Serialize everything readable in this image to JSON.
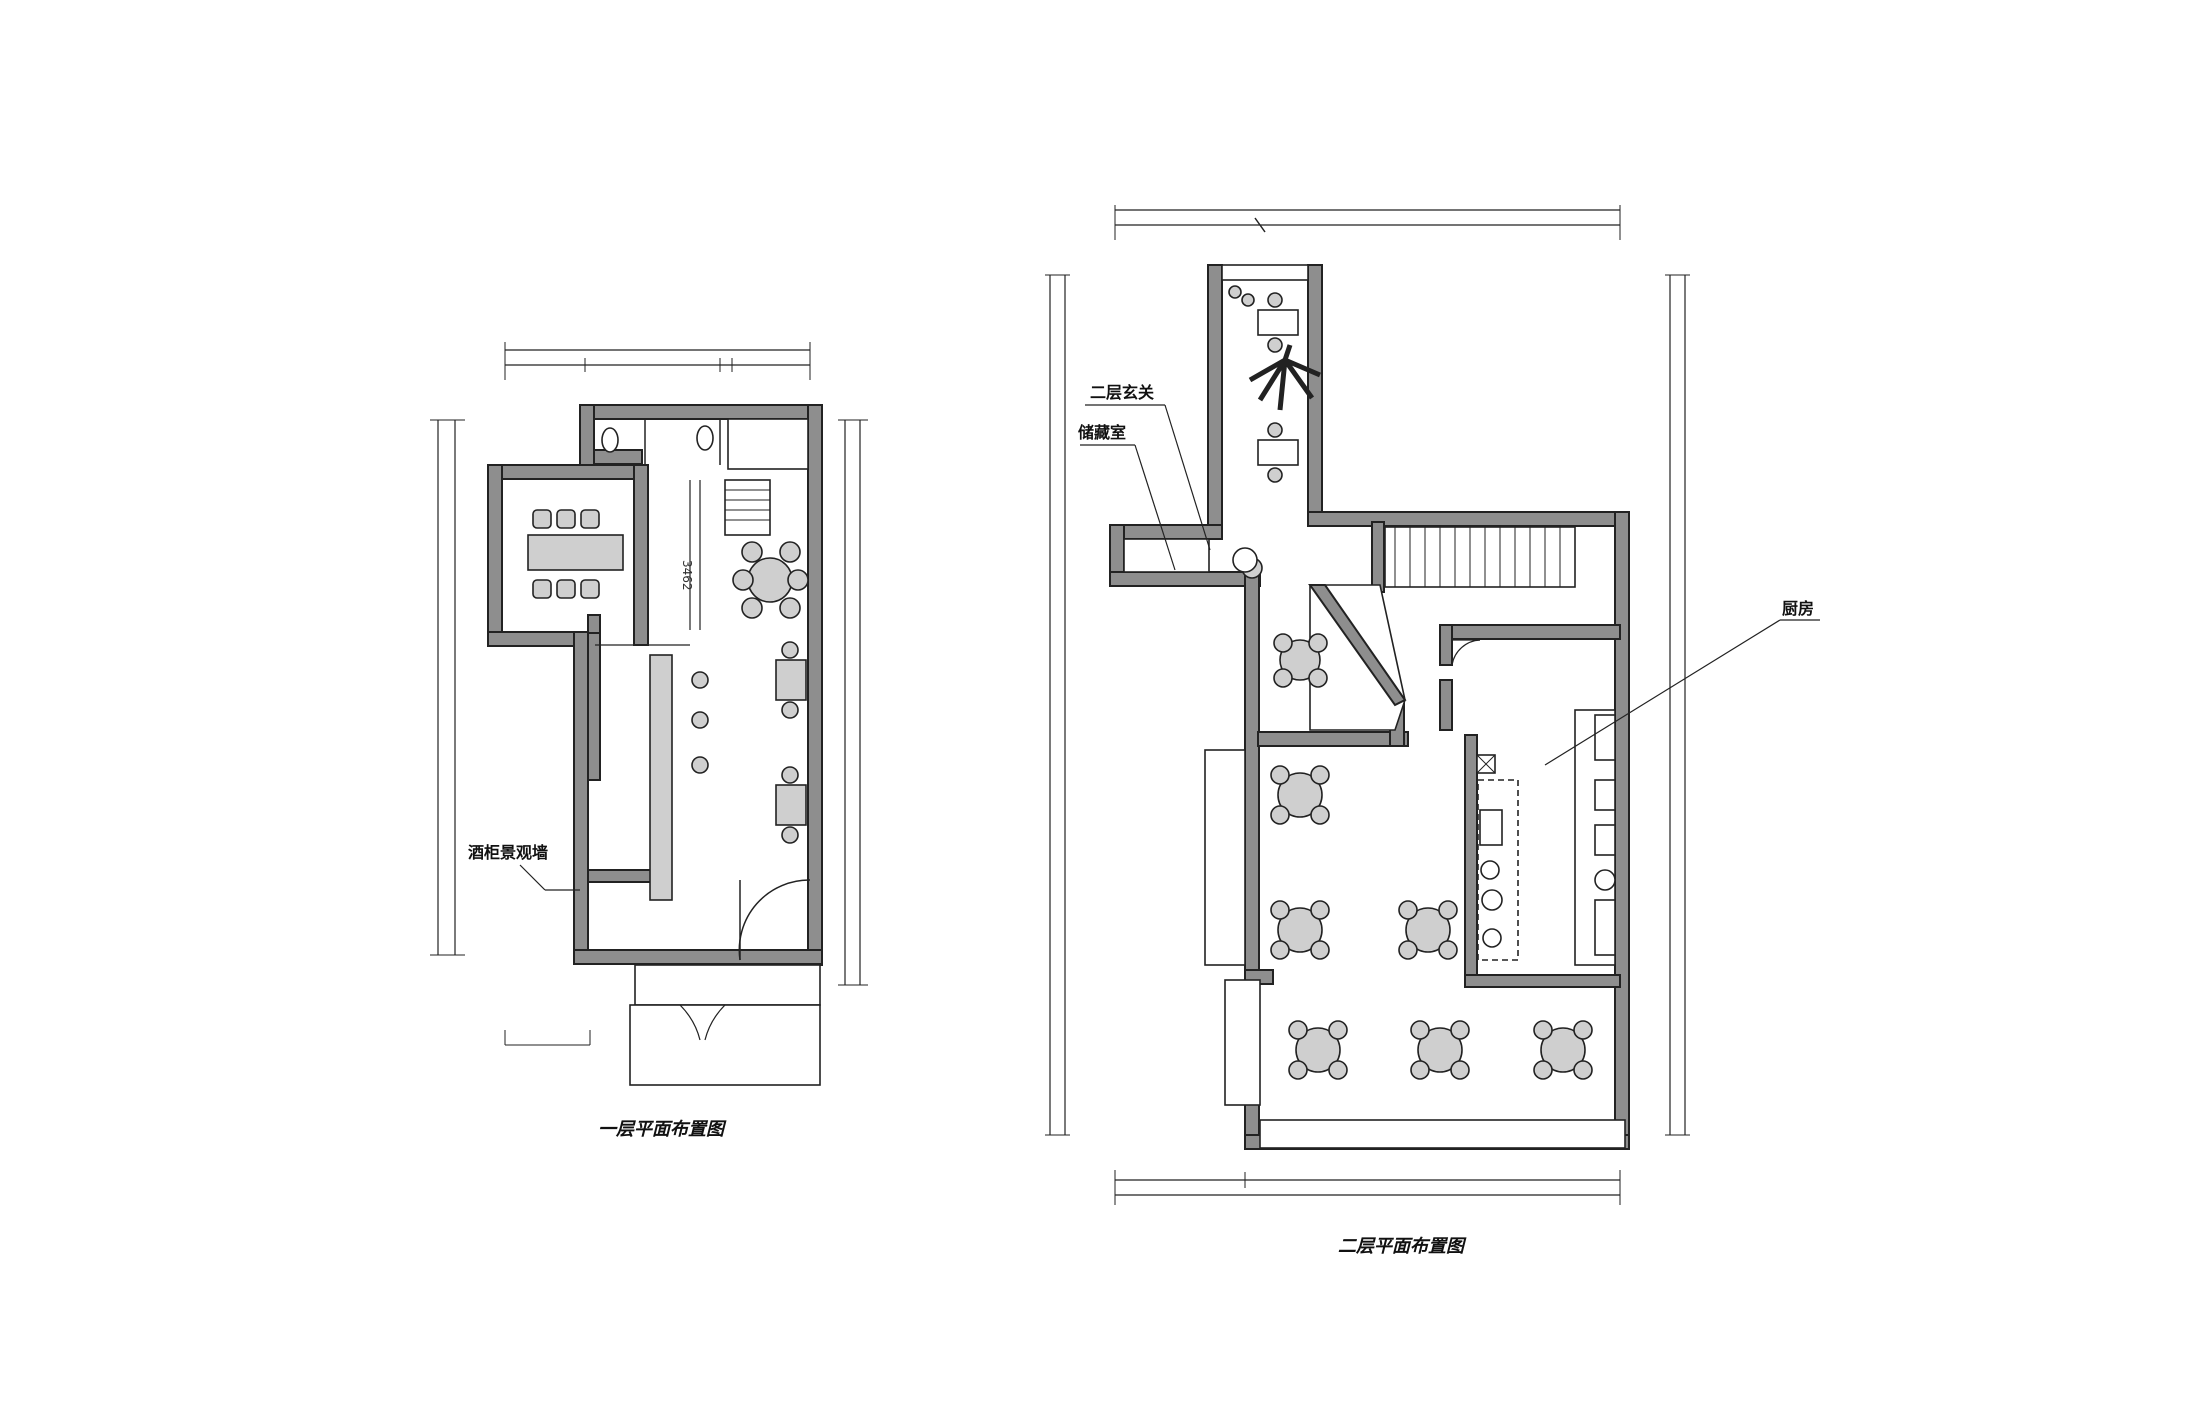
{
  "plans": {
    "floor1": {
      "title": "一层平面布置图",
      "callout": "酒柜景观墙",
      "dim_stair": "3462"
    },
    "floor2": {
      "title": "二层平面布置图",
      "callouts": {
        "foyer": "二层玄关",
        "storage": "储藏室",
        "kitchen": "厨房"
      }
    }
  },
  "colors": {
    "wall": "#8e8e8e",
    "line": "#222222",
    "furniture_gray": "#cfcfcf"
  }
}
